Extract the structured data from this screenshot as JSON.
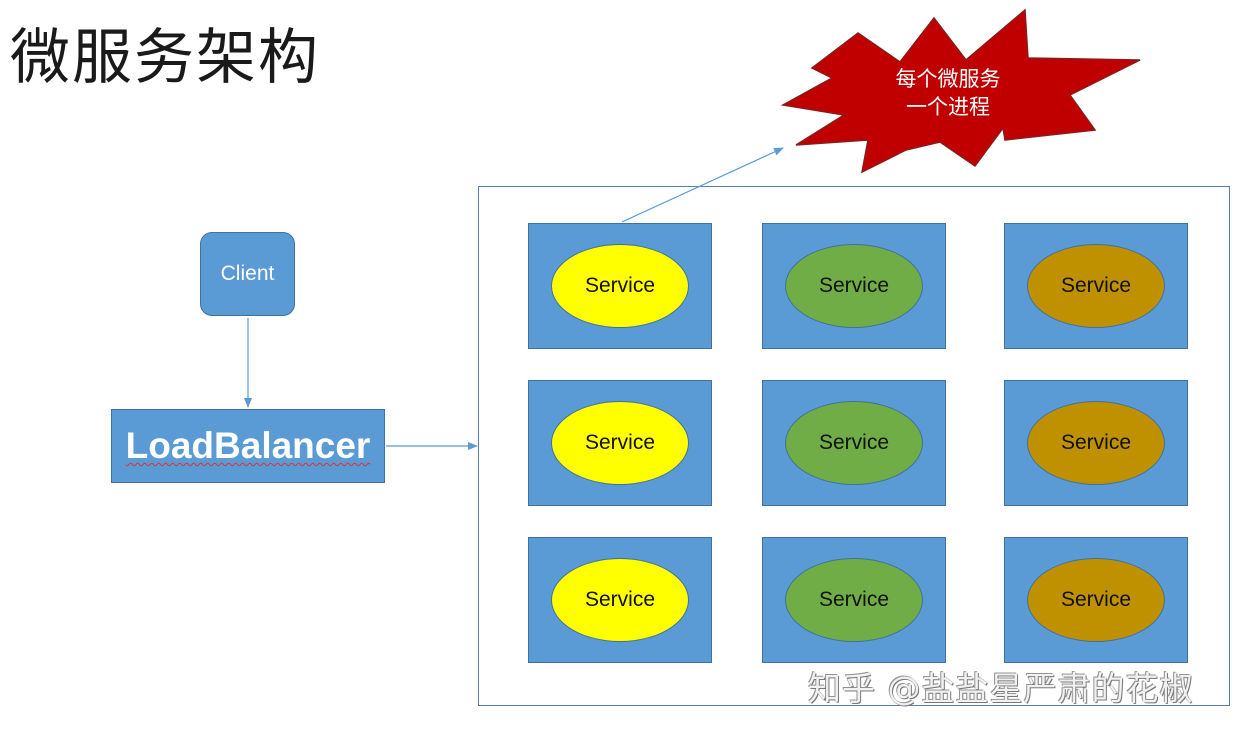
{
  "title": "微服务架构",
  "callout": {
    "line1": "每个微服务",
    "line2": "一个进程",
    "fill_color": "#c00000"
  },
  "client": {
    "label": "Client"
  },
  "load_balancer": {
    "label": "LoadBalancer"
  },
  "services": {
    "column_colors": [
      "#ffff00",
      "#70ad47",
      "#bf9000"
    ],
    "rows": [
      [
        "Service",
        "Service",
        "Service"
      ],
      [
        "Service",
        "Service",
        "Service"
      ],
      [
        "Service",
        "Service",
        "Service"
      ]
    ]
  },
  "colors": {
    "box_fill": "#5b9bd5",
    "box_border": "#41719c",
    "arrow": "#5b9bd5"
  },
  "watermark": "知乎 @盐盐星严肃的花椒"
}
